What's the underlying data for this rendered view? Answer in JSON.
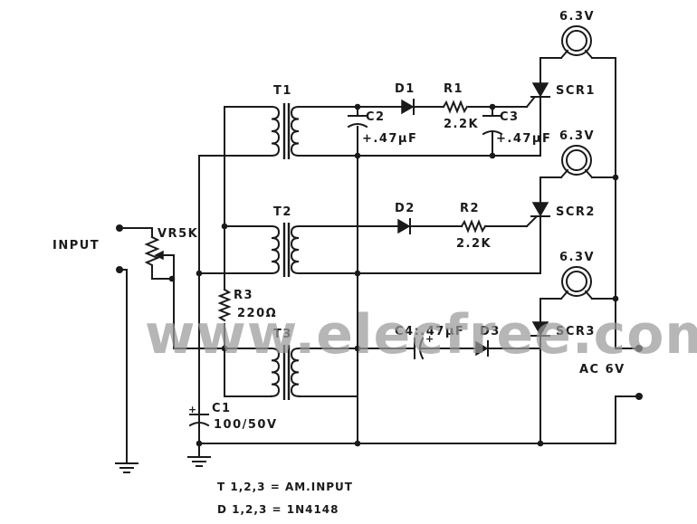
{
  "labels": {
    "input": "INPUT",
    "vr": "VR5K",
    "t1": "T1",
    "t2": "T2",
    "t3": "T3",
    "d1": "D1",
    "d2": "D2",
    "d3": "D3",
    "r1": "R1",
    "r1_val": "2.2K",
    "r2": "R2",
    "r2_val": "2.2K",
    "r3": "R3",
    "r3_val": "220Ω",
    "c1": "C1",
    "c1_val": "100/50V",
    "c2": "C2",
    "c2_val": "+.47μF",
    "c3": "C3",
    "c3_val": "+.47μF",
    "c4": "C4:.47μF",
    "scr1": "SCR1",
    "scr2": "SCR2",
    "scr3": "SCR3",
    "lamp1": "6.3V",
    "lamp2": "6.3V",
    "lamp3": "6.3V",
    "ac": "AC 6V"
  },
  "notes": {
    "line1": "T 1,2,3 = AM.INPUT",
    "line2": "D 1,2,3 = 1N4148"
  },
  "watermark": "www.elecfree.com"
}
